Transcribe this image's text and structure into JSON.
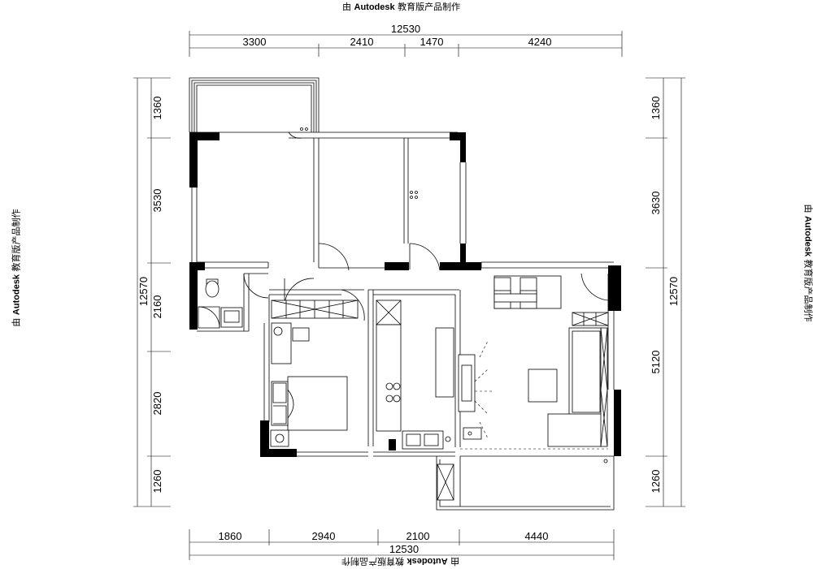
{
  "watermark": {
    "prefix": "由 ",
    "brand": "Autodesk",
    "suffix": " 教育版产品制作"
  },
  "dimensions": {
    "top_total": "12530",
    "top_segments": [
      "3300",
      "2410",
      "1470",
      "4240"
    ],
    "bottom_total": "12530",
    "bottom_segments": [
      "1860",
      "2940",
      "2100",
      "4440"
    ],
    "left_total": "12570",
    "left_segments": [
      "1360",
      "3530",
      "2160",
      "2820",
      "1260"
    ],
    "right_total": "12570",
    "right_segments": [
      "1360",
      "3630",
      "5120",
      "1260"
    ]
  }
}
